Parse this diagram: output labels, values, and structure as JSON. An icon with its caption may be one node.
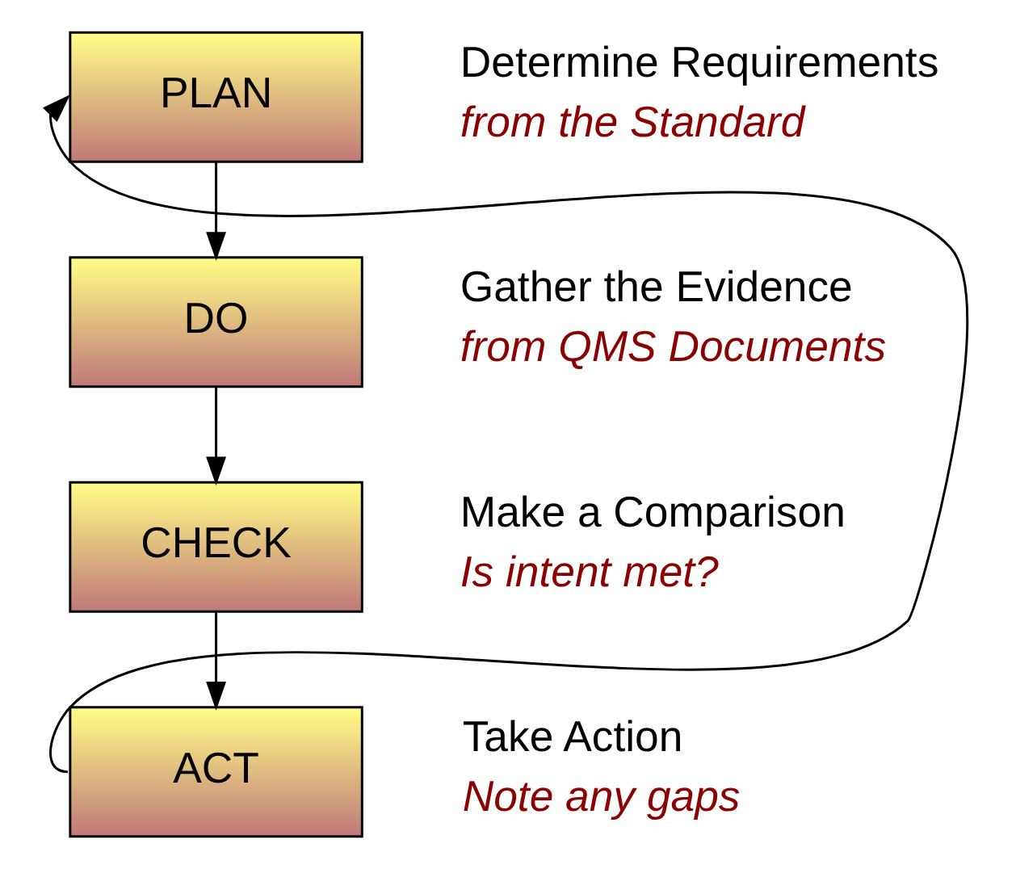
{
  "diagram": {
    "nodes": [
      {
        "text": [
          "PLAN"
        ],
        "beside": [
          "Determine Requirements",
          "from the Standard"
        ]
      },
      {
        "text": [
          "DO"
        ],
        "beside": [
          "Gather the Evidence",
          "from QMS Documents"
        ]
      },
      {
        "text": [
          "CHECK"
        ],
        "beside": [
          "Make a Comparison",
          "Is intent met?"
        ]
      },
      {
        "text": [
          "ACT"
        ],
        "beside": [
          "Take Action",
          "Note any gaps"
        ]
      }
    ],
    "edges": [
      {
        "from": 0,
        "to": 1,
        "arrow": "to"
      },
      {
        "from": 1,
        "to": 2,
        "arrow": "to"
      },
      {
        "from": 2,
        "to": 3,
        "arrow": "to"
      },
      {
        "from": 3,
        "to": 0,
        "arrow": "to"
      }
    ]
  }
}
